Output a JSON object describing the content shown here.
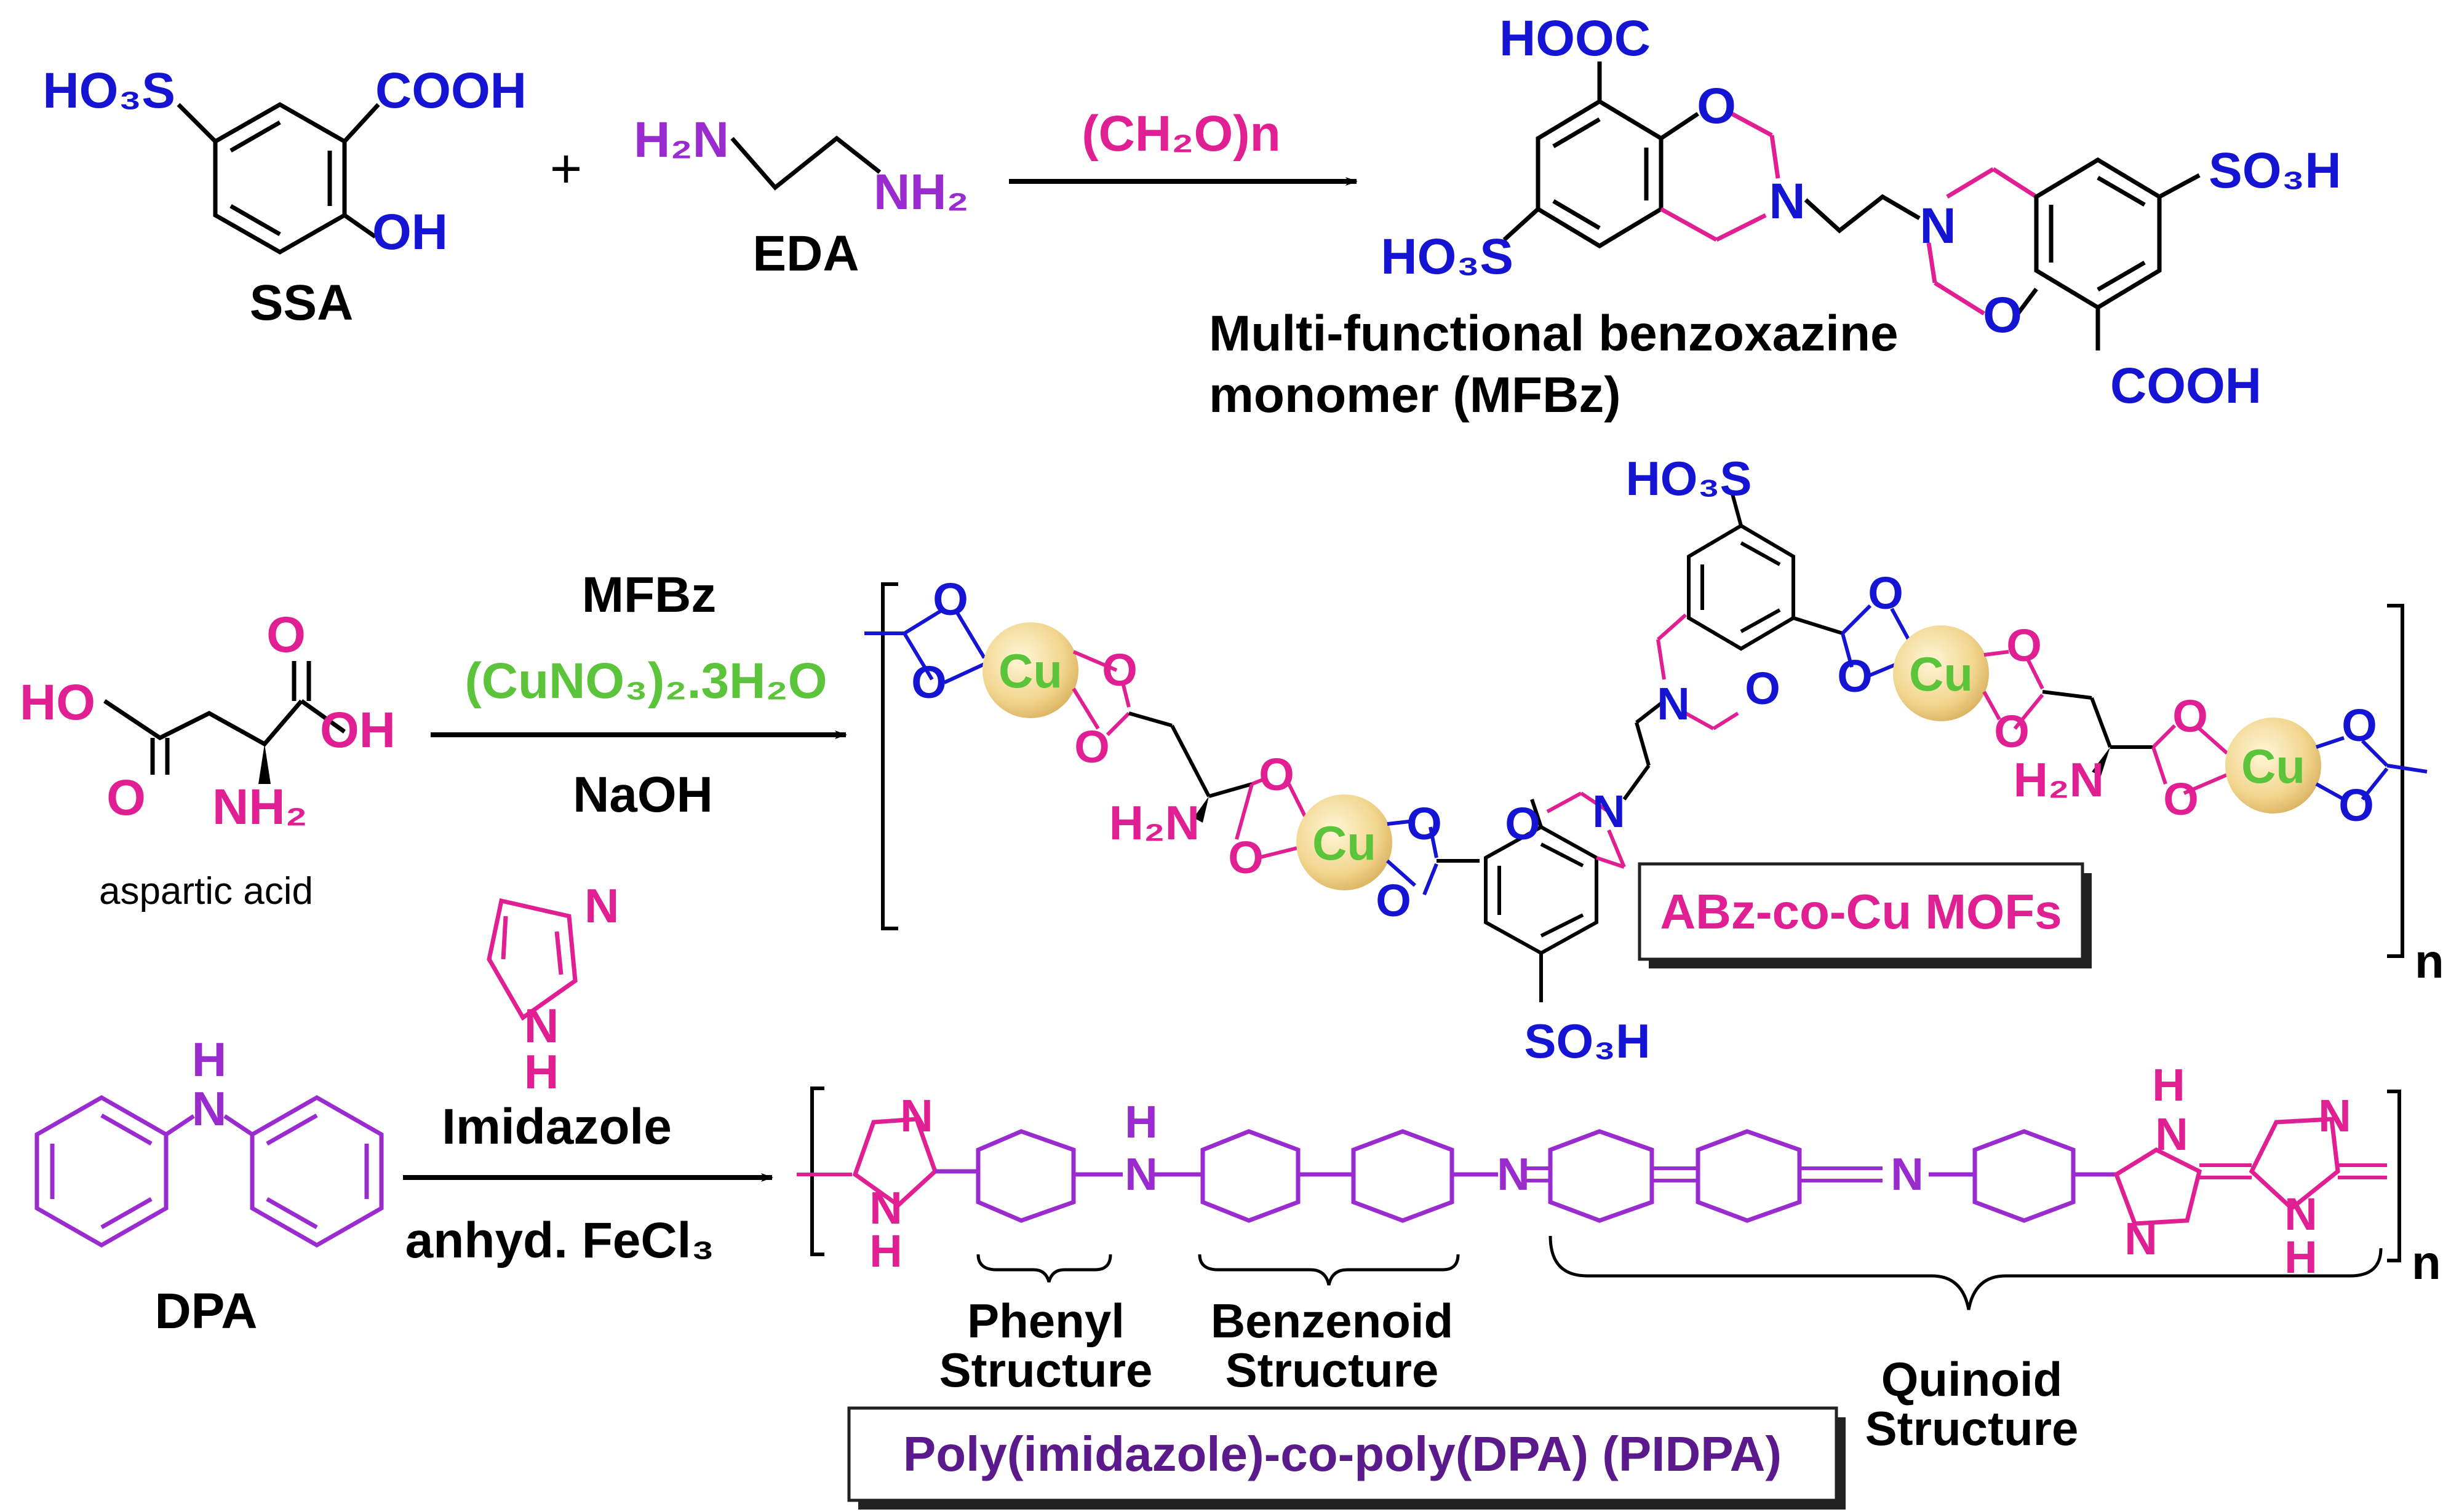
{
  "colors": {
    "blue": "#1414d2",
    "magenta": "#e01f93",
    "violet": "#9a2ccf",
    "dark_violet": "#5a1a8c",
    "green": "#5cc43a",
    "black": "#000000",
    "cu_fill": "#f1d58d",
    "box_shadow": "#222222"
  },
  "row1": {
    "ssa": {
      "so3h": "HO₃S",
      "cooh": "COOH",
      "oh": "OH",
      "label": "SSA"
    },
    "plus": "+",
    "eda": {
      "left_nh2": "H₂N",
      "right_nh2": "NH₂",
      "label": "EDA"
    },
    "reagent": "(CH₂O)n",
    "mfbz": {
      "cooh_top": "HOOC",
      "o_left": "O",
      "n_left": "N",
      "so3h_left": "HO₃S",
      "n_right": "N",
      "so3h_right": "SO₃H",
      "o_right": "O",
      "cooh_bottom": "COOH",
      "label_line1": "Multi-functional benzoxazine",
      "label_line2": "monomer (MFBz)"
    }
  },
  "row2": {
    "aspartic": {
      "ho": "HO",
      "o_bottom": "O",
      "o_top": "O",
      "oh": "OH",
      "nh2": "NH₂",
      "label": "aspartic acid"
    },
    "reagents": {
      "top": "MFBz",
      "middle": "(CuNO₃)₂.3H₂O",
      "bottom": "NaOH"
    },
    "mof": {
      "cu": "Cu",
      "o": "O",
      "n": "N",
      "h2n": "H₂N",
      "so3h_top": "HO₃S",
      "so3h_bottom": "SO₃H",
      "repeat": "n",
      "box_label": "ABz-co-Cu MOFs"
    }
  },
  "row3": {
    "imidazole": {
      "n": "N",
      "nh": "N",
      "h": "H",
      "label": "Imidazole"
    },
    "dpa": {
      "h": "H",
      "n": "N",
      "label": "DPA"
    },
    "reagent_bottom": "anhyd. FeCl₃",
    "polymer": {
      "n": "N",
      "h": "H",
      "repeat": "n",
      "phenyl": [
        "Phenyl",
        "Structure"
      ],
      "benzenoid": [
        "Benzenoid",
        "Structure"
      ],
      "quinoid": [
        "Quinoid",
        "Structure"
      ],
      "box_label": "Poly(imidazole)-co-poly(DPA) (PIDPA)"
    }
  }
}
